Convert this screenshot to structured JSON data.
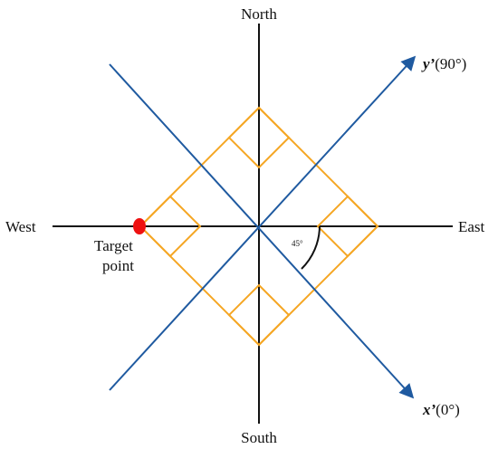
{
  "compass": {
    "north": "North",
    "south": "South",
    "east": "East",
    "west": "West"
  },
  "axes": {
    "y_prime": {
      "name": "y’",
      "angle": "(90°)"
    },
    "x_prime": {
      "name": "x’",
      "angle": "(0°)"
    }
  },
  "target": {
    "line1": "Target",
    "line2": "point"
  },
  "angle_label": "45°",
  "colors": {
    "compass_lines": "#111111",
    "rotated_axes": "#1f5aa0",
    "pattern": "#f5a623",
    "target_point": "#ee1111"
  }
}
